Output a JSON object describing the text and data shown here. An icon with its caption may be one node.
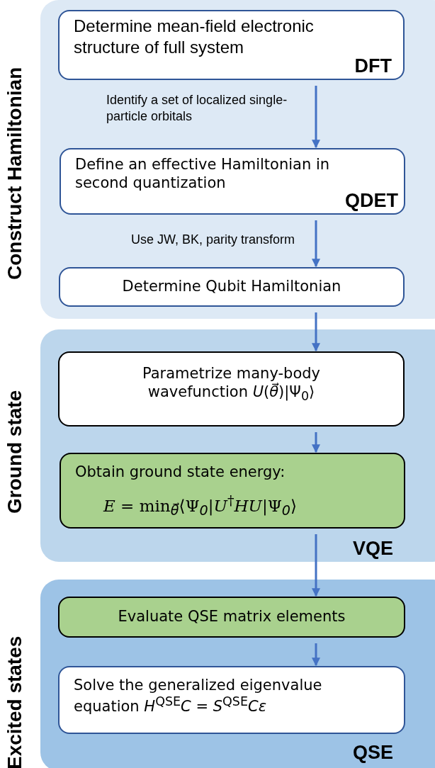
{
  "diagram": {
    "nodes": [
      {
        "text": [
          "Construct Hamiltonian"
        ]
      },
      {
        "text": [
          "Determine mean-field electronic structure of full system",
          "DFT"
        ],
        "in": 0
      },
      {
        "text": [
          "Define an effective Hamiltonian in second quantization",
          "QDET"
        ],
        "in": 0
      },
      {
        "text": [
          "Determine Qubit Hamiltonian"
        ],
        "in": 0
      },
      {
        "text": [
          "Ground state",
          "VQE"
        ]
      },
      {
        "text": [
          "Parametrize many-body wavefunction *U*(*θ⃗*)|Ψ$_{0}$⟩"
        ],
        "in": 4
      },
      {
        "text": [
          "Obtain ground state energy:",
          "*E* = min$_{θ⃗}$⟨Ψ$_{0}$|*U*$^{†}$*HU*|Ψ$_{0}$⟩"
        ],
        "in": 4
      },
      {
        "text": [
          "Excited states",
          "QSE"
        ]
      },
      {
        "text": [
          "Evaluate QSE matrix elements"
        ],
        "in": 7
      },
      {
        "text": [
          "Solve the generalized eigenvalue equation *H*$^{QSE}$*C* = *S*$^{QSE}$*Cε*"
        ],
        "in": 7
      }
    ],
    "edges": [
      {
        "from": 1,
        "to": 2,
        "arrow": "to",
        "label": "Identify a set of localized single-particle orbitals"
      },
      {
        "from": 2,
        "to": 3,
        "arrow": "to",
        "label": "Use JW, BK, parity transform"
      },
      {
        "from": 3,
        "to": 5,
        "arrow": "to"
      },
      {
        "from": 5,
        "to": 6,
        "arrow": "to"
      },
      {
        "from": 6,
        "to": 8,
        "arrow": "to"
      },
      {
        "from": 8,
        "to": 9,
        "arrow": "to"
      }
    ]
  }
}
